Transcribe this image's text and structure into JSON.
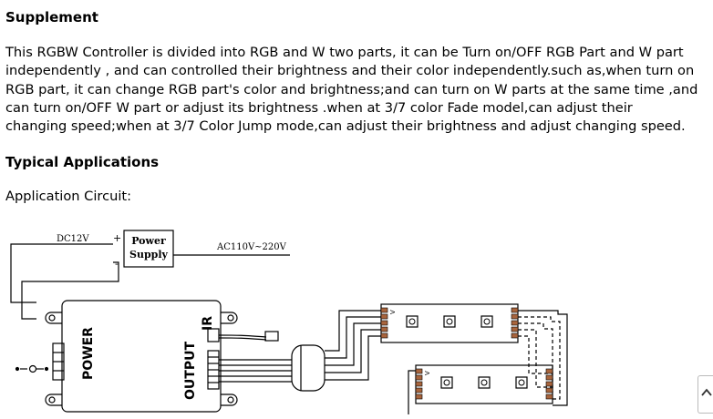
{
  "section_supplement": {
    "heading": "Supplement"
  },
  "paragraph_lines": [
    "This RGBW Controller is divided into RGB and W two parts, it can be Turn on/OFF RGB Part and W part",
    "independently , and can controlled their brightness and their color independently.such as,when turn on",
    "RGB part, it can change RGB part's color and brightness;and can turn on W parts at the same time ,and",
    "can turn on/OFF W part or adjust its brightness .when at 3/7 color Fade model,can adjust their",
    "changing speed;when at 3/7 Color Jump mode,can adjust their brightness and adjust changing speed."
  ],
  "section_applications": {
    "heading": "Typical Applications"
  },
  "application_label": "Application Circuit:",
  "diagram": {
    "dc_label": "DC12V",
    "plus_label": "+",
    "minus_label": "-",
    "psu_line1": "Power",
    "psu_line2": "Supply",
    "ac_label": "AC110V~220V",
    "power_label": "POWER",
    "output_label": "OUTPUT",
    "ir_label": "IR",
    "v_label_1": "V",
    "v_label_2": "V",
    "line_color": "#000000",
    "led_accent": "#a8643c"
  },
  "scroll_button": {
    "icon": "chevron-up-icon"
  }
}
